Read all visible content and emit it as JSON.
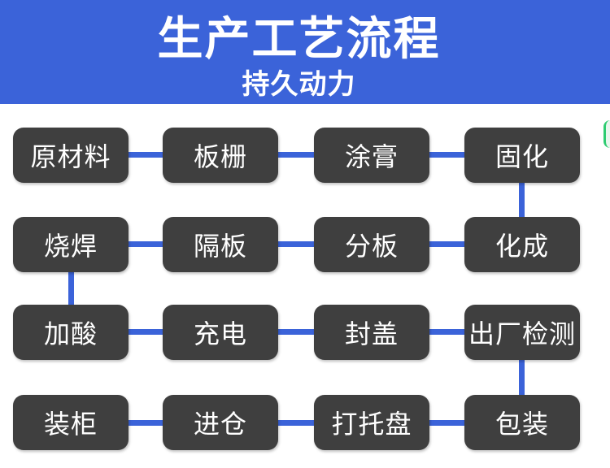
{
  "header": {
    "title": "生产工艺流程",
    "subtitle": "持久动力"
  },
  "colors": {
    "banner": "#3b63d9",
    "connector": "#3b63d9",
    "box": "#3f3f3f",
    "text": "#ffffff"
  },
  "steps": [
    "原材料",
    "板栅",
    "涂膏",
    "固化",
    "化成",
    "分板",
    "隔板",
    "烧焊",
    "加酸",
    "充电",
    "封盖",
    "出厂检测",
    "包装",
    "打托盘",
    "进仓",
    "装柜"
  ]
}
